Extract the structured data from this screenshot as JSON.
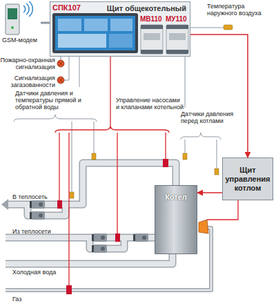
{
  "diagram": {
    "nodes": [
      {
        "text": [
          "Щит общекотельный"
        ]
      },
      {
        "text": [
          "СПК107"
        ],
        "in": 0
      },
      {
        "text": [
          "МВ110"
        ],
        "in": 0
      },
      {
        "text": [
          "МУ110"
        ],
        "in": 0
      },
      {
        "text": [
          "GSM-модем"
        ]
      },
      {
        "text": [
          "Щит управления котлом"
        ]
      },
      {
        "text": [
          "Котел"
        ]
      }
    ],
    "edges": [
      {
        "from": 4,
        "to": 0,
        "arrow": "none"
      },
      {
        "from": 0,
        "to": 5,
        "arrow": "to"
      },
      {
        "from": 5,
        "to": 6,
        "arrow": "to"
      }
    ],
    "labels": [
      "Температура наружного воздуха",
      "Пожарно-охранная сигнализация",
      "Сигнализация загазованности",
      "Датчики давления и температуры прямой и обратной воды",
      "Управление насосами и клапанами котельной",
      "Датчики давления перед котлами",
      "В теплосеть",
      "Из теплосети",
      "Холодная вода",
      "Газ"
    ]
  }
}
